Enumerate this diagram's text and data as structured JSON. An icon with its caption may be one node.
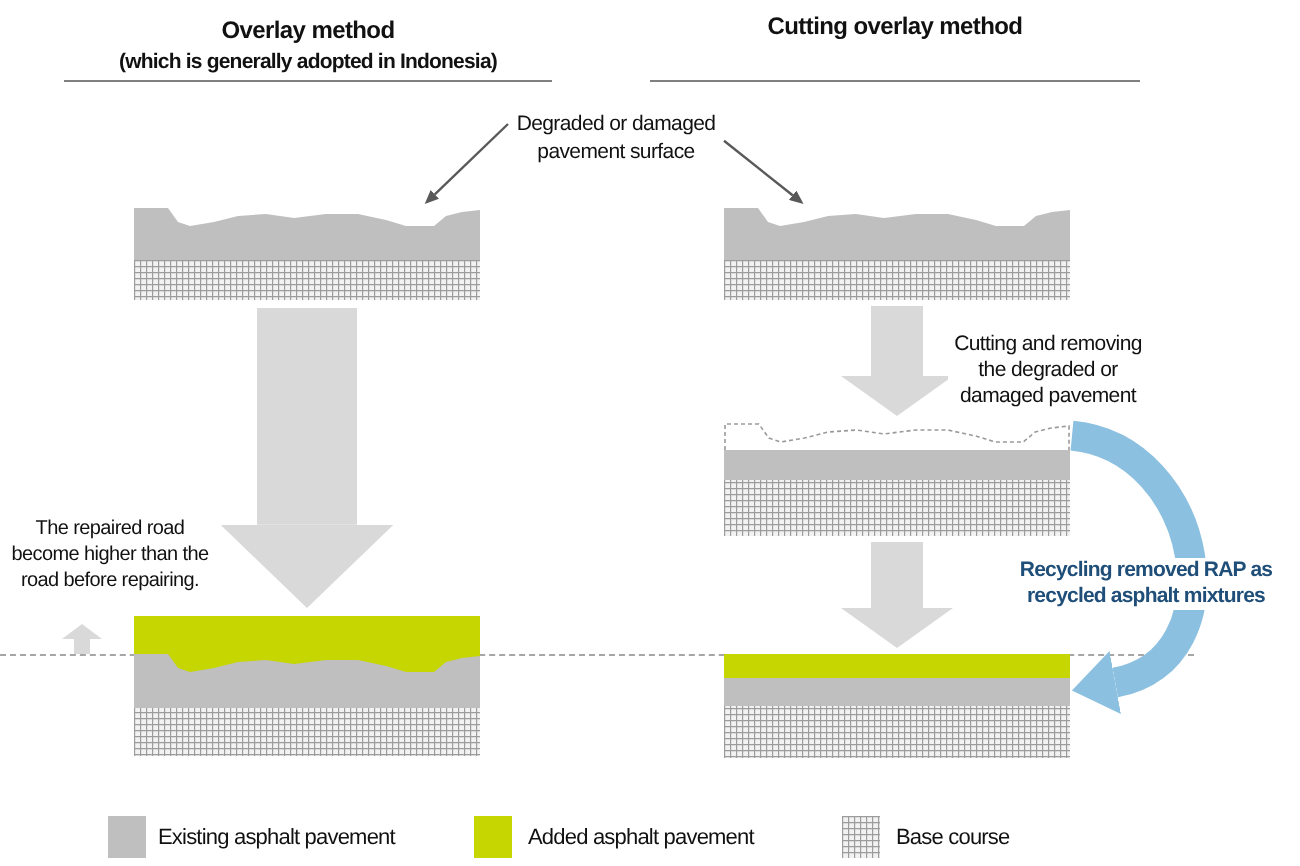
{
  "diagram": {
    "nodes": [
      {
        "text": [
          "Degraded or damaged pavement surface"
        ]
      },
      {
        "text": [],
        "shape": "picture"
      },
      {
        "text": [],
        "shape": "picture"
      },
      {
        "text": [],
        "shape": "picture"
      },
      {
        "text": [],
        "shape": "picture"
      },
      {
        "text": [],
        "shape": "picture"
      }
    ],
    "edges": [
      {
        "from": 0,
        "to": 1,
        "arrow": "to",
        "color": "#595959"
      },
      {
        "from": 0,
        "to": 2,
        "arrow": "to",
        "color": "#595959"
      },
      {
        "from": 1,
        "to": 3,
        "arrow": "to",
        "style": "thick"
      },
      {
        "from": 2,
        "to": 4,
        "arrow": "to",
        "label": "Cutting and removing the degraded or damaged pavement"
      },
      {
        "from": 4,
        "to": 5,
        "arrow": "to"
      },
      {
        "from": 4,
        "to": 5,
        "arrow": "to",
        "color": "#8cc0e0",
        "label": "Recycling removed RAP as recycled asphalt mixtures"
      }
    ],
    "labels": [
      "Overlay method",
      "(which is generally adopted in Indonesia)",
      "Cutting overlay method",
      "The repaired road become higher than the road before repairing."
    ],
    "legend": [
      {
        "text": "Existing asphalt pavement",
        "color": "#bfbfbf"
      },
      {
        "text": "Added asphalt pavement",
        "color": "#c5d600"
      },
      {
        "text": "Base course"
      }
    ]
  }
}
